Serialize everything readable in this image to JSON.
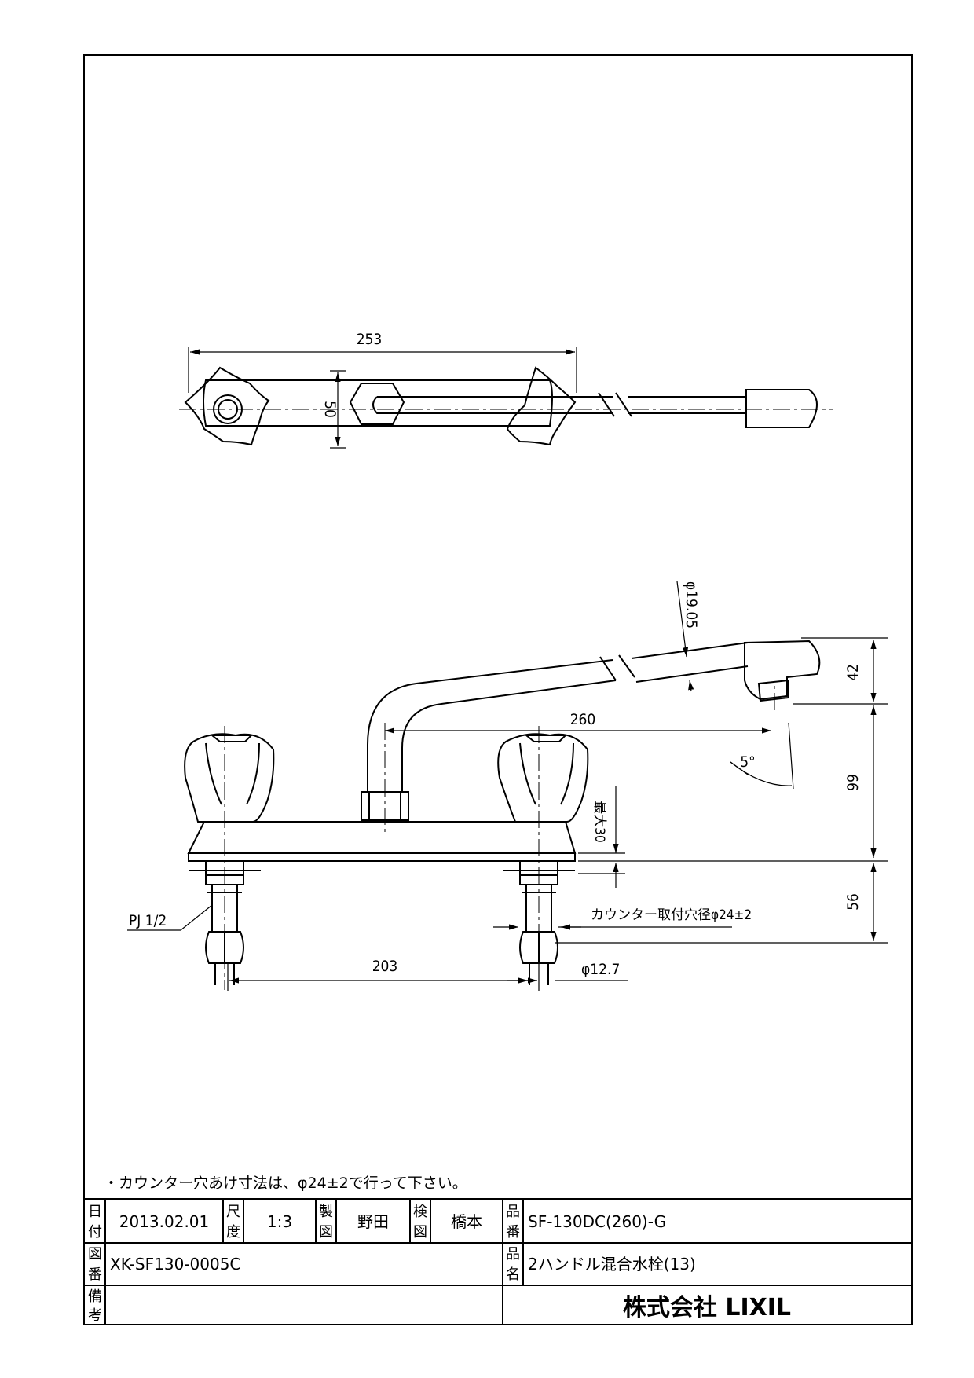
{
  "note": "・カウンター穴あけ寸法は、φ24±2で行って下さい。",
  "dimensions": {
    "top_width": "253",
    "top_height": "50",
    "pipe_diameter": "φ19.05",
    "spout_height": "42",
    "spout_reach": "260",
    "angle": "5°",
    "spout_clearance": "99",
    "max_counter": "最大30",
    "pipe_thread": "PJ 1/2",
    "counter_hole": "カウンター取付穴径φ24±2",
    "shank_length": "56",
    "center_distance": "203",
    "supply_diameter": "φ12.7"
  },
  "title_block": {
    "date_label_1": "日",
    "date_label_2": "付",
    "date": "2013.02.01",
    "scale_label_1": "尺",
    "scale_label_2": "度",
    "scale": "1:3",
    "drawn_label_1": "製",
    "drawn_label_2": "図",
    "drawn_by": "野田",
    "checked_label_1": "検",
    "checked_label_2": "図",
    "checked_by": "橋本",
    "product_no_label_1": "品",
    "product_no_label_2": "番",
    "product_no": "SF-130DC(260)-G",
    "drawing_no_label_1": "図",
    "drawing_no_label_2": "番",
    "drawing_no": "XK-SF130-0005C",
    "product_name_label_1": "品",
    "product_name_label_2": "名",
    "product_name": "2ハンドル混合水栓(13)",
    "remarks_label_1": "備",
    "remarks_label_2": "考",
    "company": "株式会社 LIXIL"
  }
}
